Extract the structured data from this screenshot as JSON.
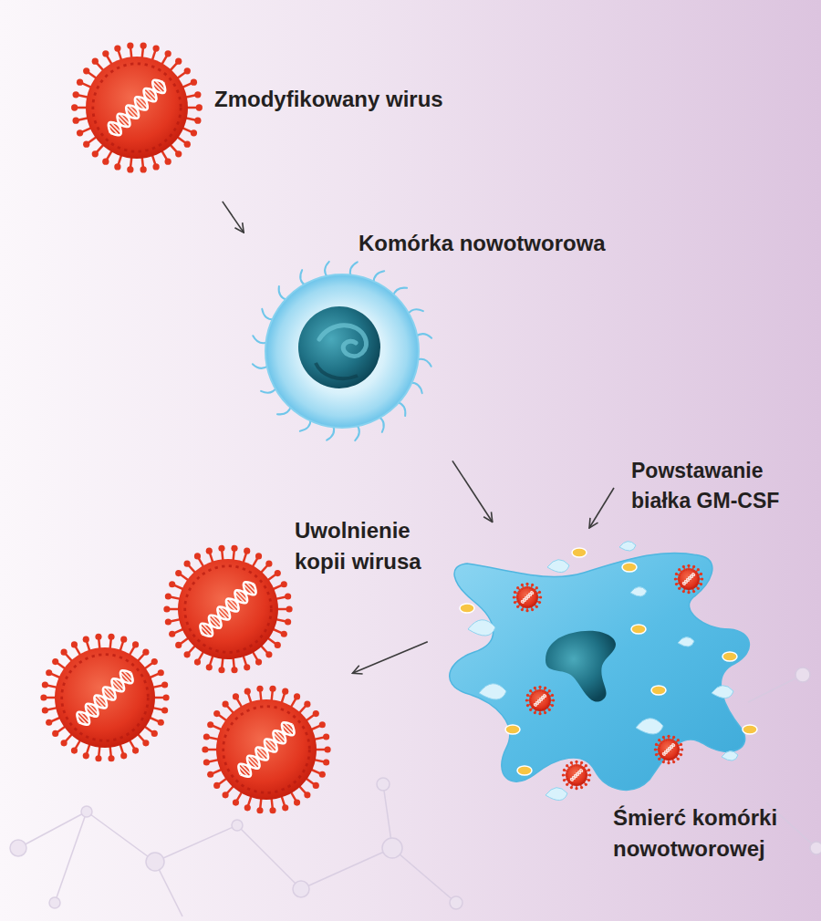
{
  "diagram": {
    "nodes": [
      {
        "text": [
          "Zmodyfikowany wirus"
        ]
      },
      {
        "text": [
          "Komórka nowotworowa"
        ]
      },
      {
        "text": [
          "Śmierć komórki nowotworowej"
        ]
      },
      {
        "text": [
          "Uwolnienie kopii wirusa"
        ]
      }
    ],
    "edges": [
      {
        "from": 0,
        "to": 1,
        "arrow": "to"
      },
      {
        "from": 1,
        "to": 2,
        "arrow": "to"
      },
      {
        "from": 2,
        "to": 3,
        "arrow": "to"
      }
    ],
    "labels": [
      "Powstawanie białka GM-CSF"
    ]
  }
}
